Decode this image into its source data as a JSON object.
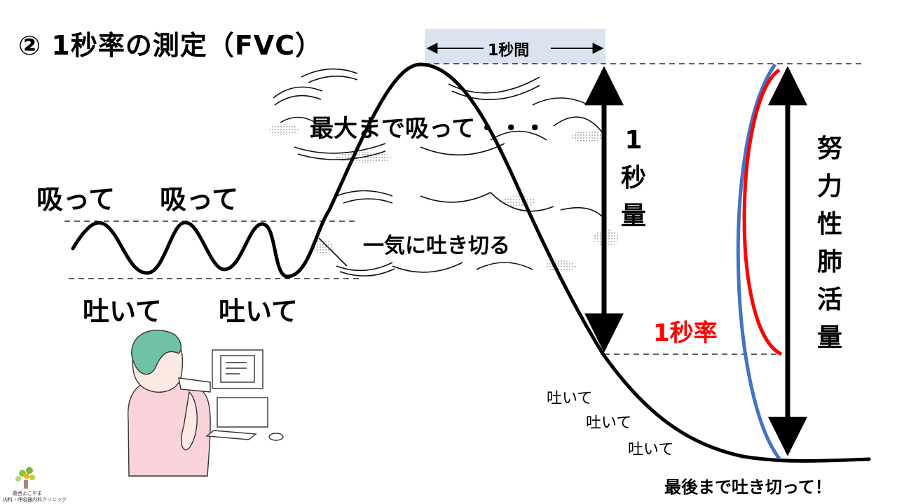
{
  "title": "② 1秒率の測定（FVC）",
  "one_second_label": "1秒間",
  "inhale_labels": [
    "吸って",
    "吸って"
  ],
  "exhale_labels": [
    "吐いて",
    "吐いて"
  ],
  "inhale_max": "最大まで吸って・・・",
  "exhale_burst": "一気に吐き切る",
  "fev1_vertical": [
    "1",
    "秒",
    "量"
  ],
  "fvc_vertical": [
    "努",
    "力",
    "性",
    "肺",
    "活",
    "量"
  ],
  "fev1_ratio": "1秒率",
  "keep_exhaling": [
    "吐いて",
    "吐いて",
    "吐いて"
  ],
  "final_instruction": "最後まで吐き切って！",
  "logo_text": [
    "葛西よこやま",
    "内科・呼吸器内科クリニック"
  ],
  "colors": {
    "curve": "#000000",
    "ratio_red": "#ff0000",
    "fvc_blue": "#4472c4",
    "band": "#dbe3f1",
    "skin_shirt": "#f9d3da",
    "hair": "#6fc2a6"
  }
}
